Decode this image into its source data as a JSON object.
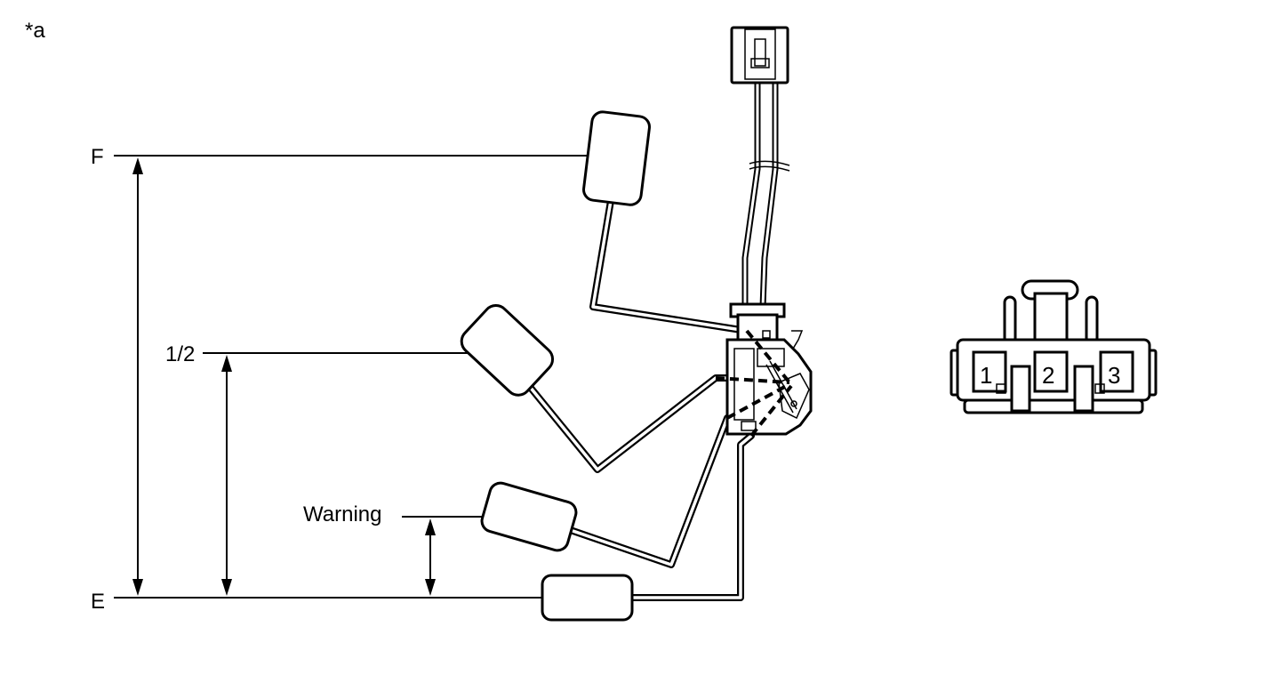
{
  "diagram": {
    "corner_label": "*a",
    "levels": {
      "full": "F",
      "half": "1/2",
      "warning": "Warning",
      "empty": "E"
    },
    "connector_pins": [
      "1",
      "2",
      "3"
    ]
  }
}
